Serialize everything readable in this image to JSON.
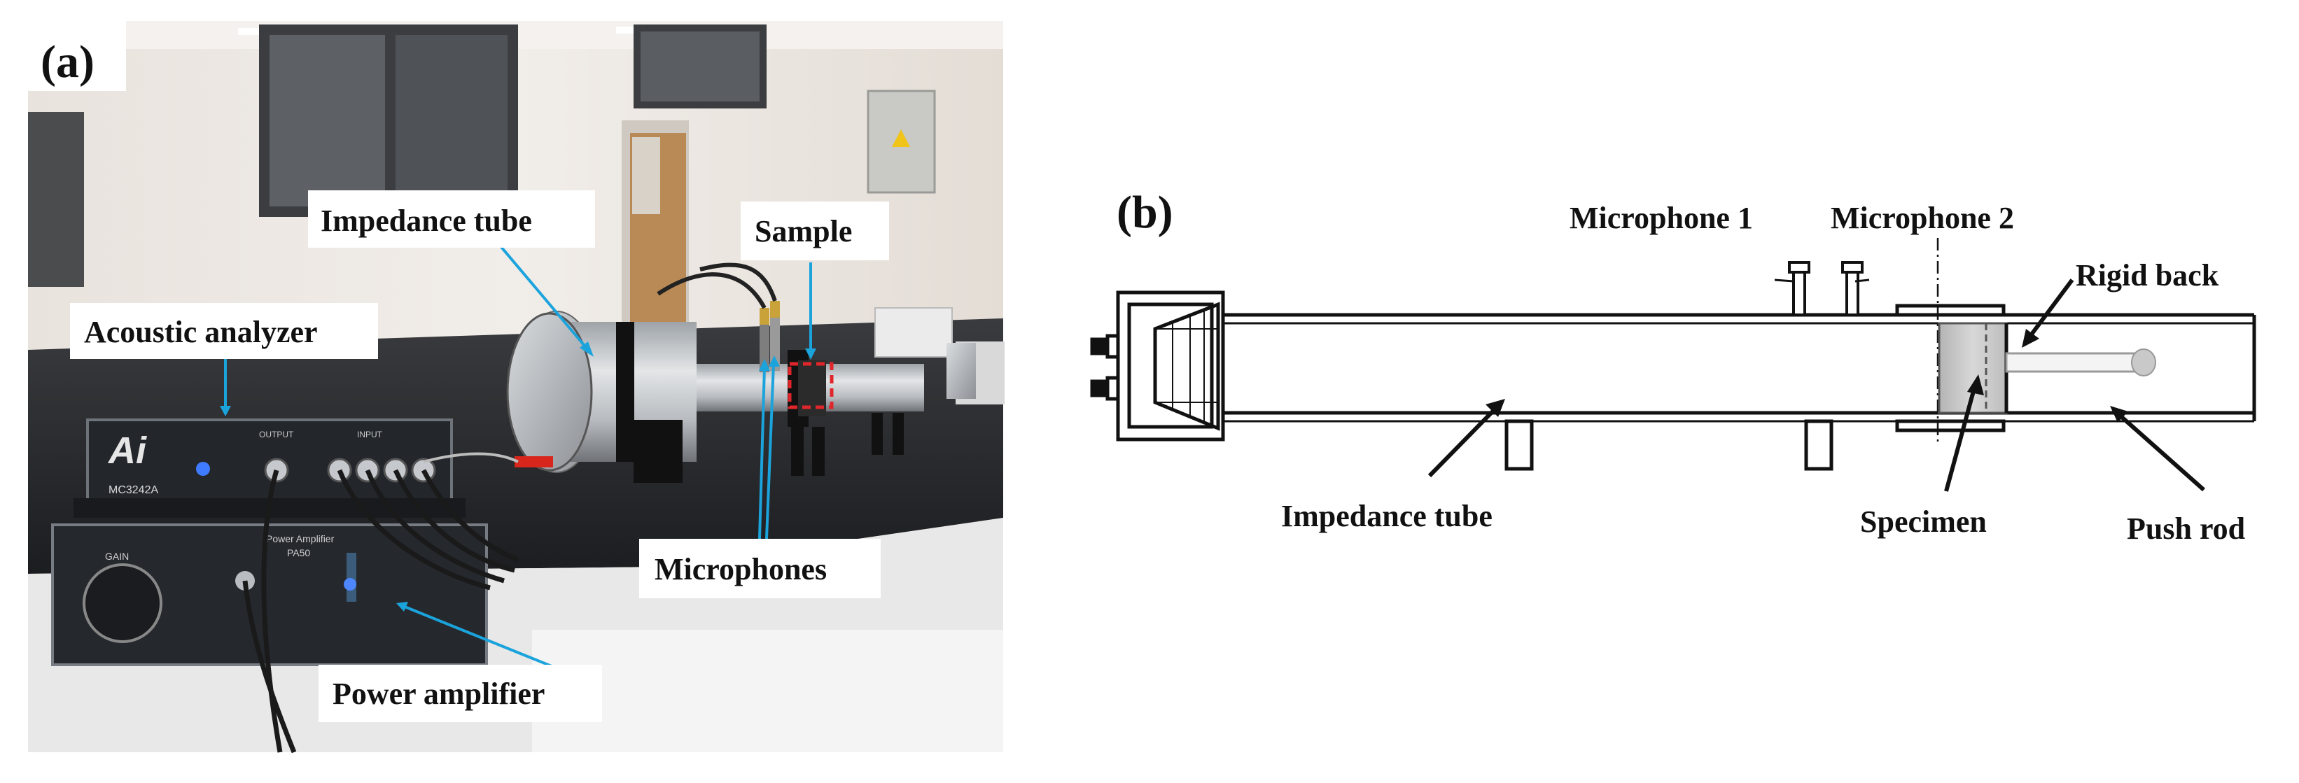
{
  "panel_a": {
    "tag": "(a)",
    "labels": {
      "impedance_tube": "Impedance tube",
      "sample": "Sample",
      "acoustic_analyzer": "Acoustic analyzer",
      "microphones": "Microphones",
      "power_amplifier": "Power amplifier"
    },
    "device_text": {
      "analyzer_model": "MC3242A",
      "analyzer_output": "OUTPUT",
      "analyzer_input": "INPUT",
      "amp_title": "Power Amplifier",
      "amp_model": "PA50",
      "amp_gain": "GAIN"
    }
  },
  "panel_b": {
    "tag": "(b)",
    "labels": {
      "microphone_1": "Microphone 1",
      "microphone_2": "Microphone 2",
      "rigid_back": "Rigid back",
      "impedance_tube": "Impedance tube",
      "specimen": "Specimen",
      "push_rod": "Push rod"
    }
  },
  "colors": {
    "callout_blue": "#1ba3dc",
    "sample_box_red": "#e0262a",
    "specimen_gray": "#c8c8c8",
    "tube_silver": "#c6c9cc"
  }
}
